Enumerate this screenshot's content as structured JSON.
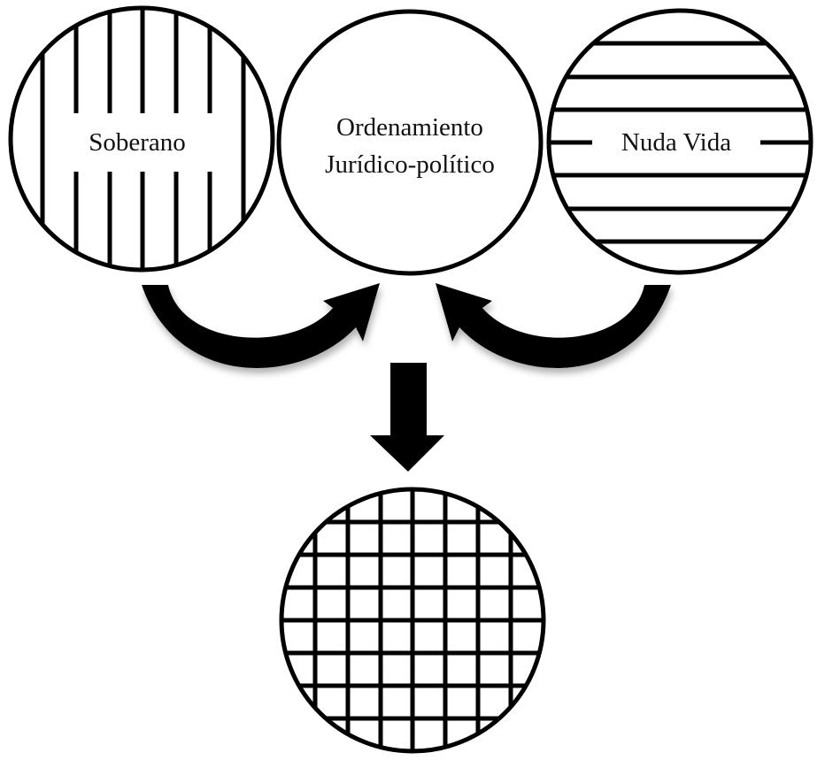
{
  "nodes": {
    "soberano": {
      "label": "Soberano",
      "pattern": "vertical-stripes"
    },
    "ordenamiento": {
      "label_line1": "Ordenamiento",
      "label_line2": "Jurídico-político",
      "pattern": "none"
    },
    "nuda_vida": {
      "label": "Nuda Vida",
      "pattern": "horizontal-stripes"
    },
    "result": {
      "label": "",
      "pattern": "grid"
    }
  },
  "edges": [
    {
      "from": "Soberano",
      "to": "Ordenamiento Jurídico-político",
      "style": "curved-arrow"
    },
    {
      "from": "Nuda Vida",
      "to": "Ordenamiento Jurídico-político",
      "style": "curved-arrow"
    },
    {
      "from": "Ordenamiento Jurídico-político",
      "to": "grid-circle",
      "style": "block-arrow-down"
    }
  ],
  "colors": {
    "stroke": "#000000",
    "fill": "#ffffff",
    "shadow": "#bdbdbd"
  }
}
